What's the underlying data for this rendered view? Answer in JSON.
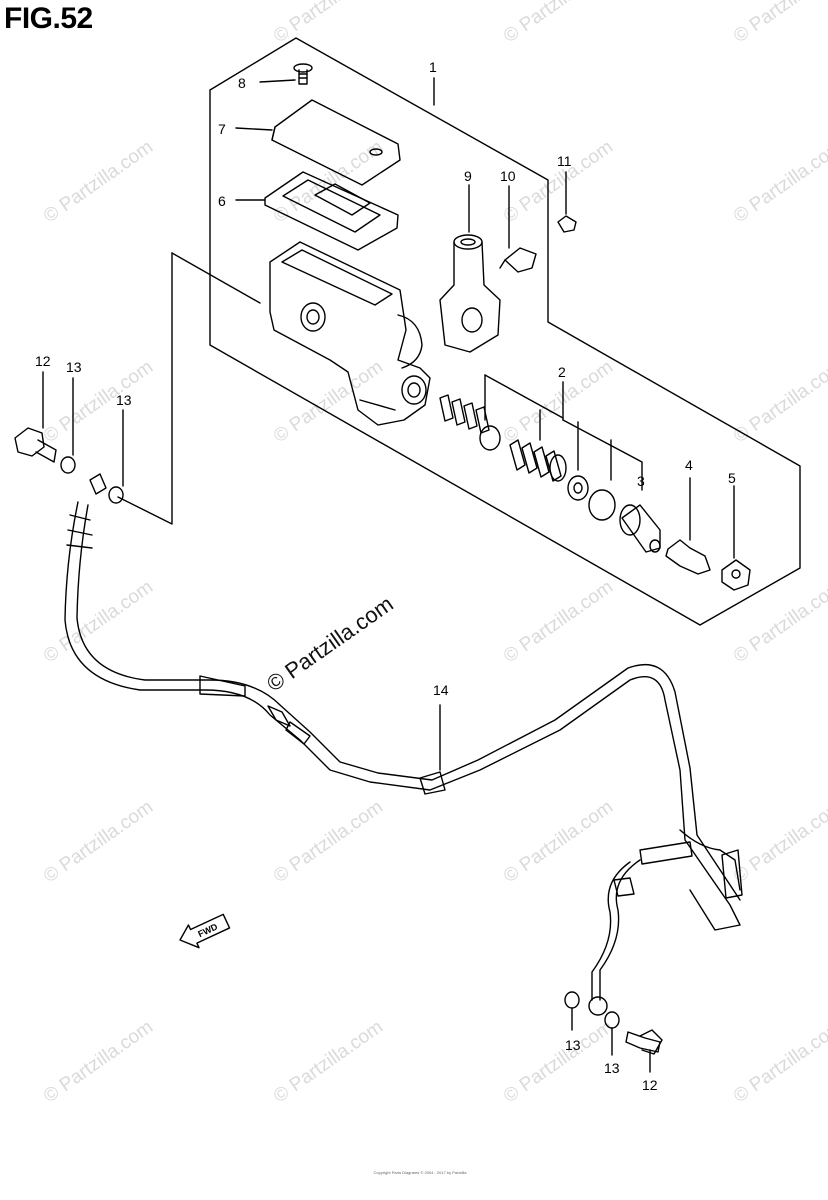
{
  "figure": {
    "title": "FIG.52",
    "watermark": "© Partzilla.com",
    "main_watermark": "© Partzilla.com",
    "fwd_label": "FWD",
    "copyright": "Copyright Parts Diagrams © 2004 - 2017 by Partzilla"
  },
  "callouts": {
    "c1": "1",
    "c2": "2",
    "c3": "3",
    "c4": "4",
    "c5": "5",
    "c6": "6",
    "c7": "7",
    "c8": "8",
    "c9": "9",
    "c10": "10",
    "c11": "11",
    "c12a": "12",
    "c13a": "13",
    "c13b": "13",
    "c14": "14",
    "c13c": "13",
    "c13d": "13",
    "c12b": "12"
  },
  "colors": {
    "ink": "#000000",
    "watermark": "#dadada"
  }
}
